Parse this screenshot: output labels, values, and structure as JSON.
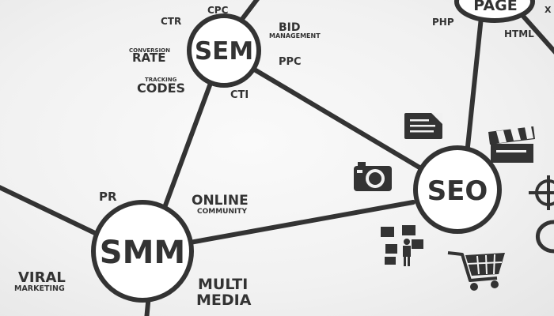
{
  "colors": {
    "ink": "#333333",
    "background": "#f3f3f3",
    "node_fill": "#ffffff"
  },
  "nodes": {
    "sem": "SEM",
    "seo": "SEO",
    "smm": "SMM",
    "page": "PAGE"
  },
  "labels": {
    "ctr": "CTR",
    "cpc": "CPC",
    "bid": "BID",
    "bid_management": "MANAGEMENT",
    "conversion": "CONVERSION",
    "rate": "RATE",
    "ppc": "PPC",
    "tracking": "TRACKING",
    "codes": "CODES",
    "cti": "CTI",
    "php": "PHP",
    "html": "HTML",
    "xml_fragment": "X",
    "pr": "PR",
    "online": "ONLINE",
    "community": "COMMUNITY",
    "viral": "VIRAL",
    "marketing": "MARKETING",
    "multi": "MULTI",
    "media": "MEDIA"
  },
  "icons": [
    "document-icon",
    "camera-icon",
    "video-clapperboard-icon",
    "target-crosshair-icon",
    "people-network-icon",
    "shopping-cart-icon",
    "partial-circle-icon"
  ]
}
